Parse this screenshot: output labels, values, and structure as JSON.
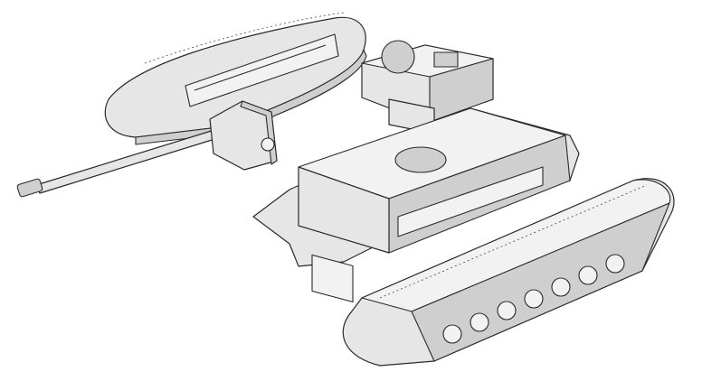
{
  "scene": {
    "subject": "tank-model-parts",
    "colors": {
      "part_fill": "#e6e6e6",
      "shade_fill": "#cfcfcf",
      "outline": "#2a2a2a",
      "background": "#ffffff"
    },
    "parts": [
      "track-assembly-left",
      "gun-barrel",
      "mantlet",
      "turret",
      "hull",
      "track-assembly-right"
    ]
  }
}
